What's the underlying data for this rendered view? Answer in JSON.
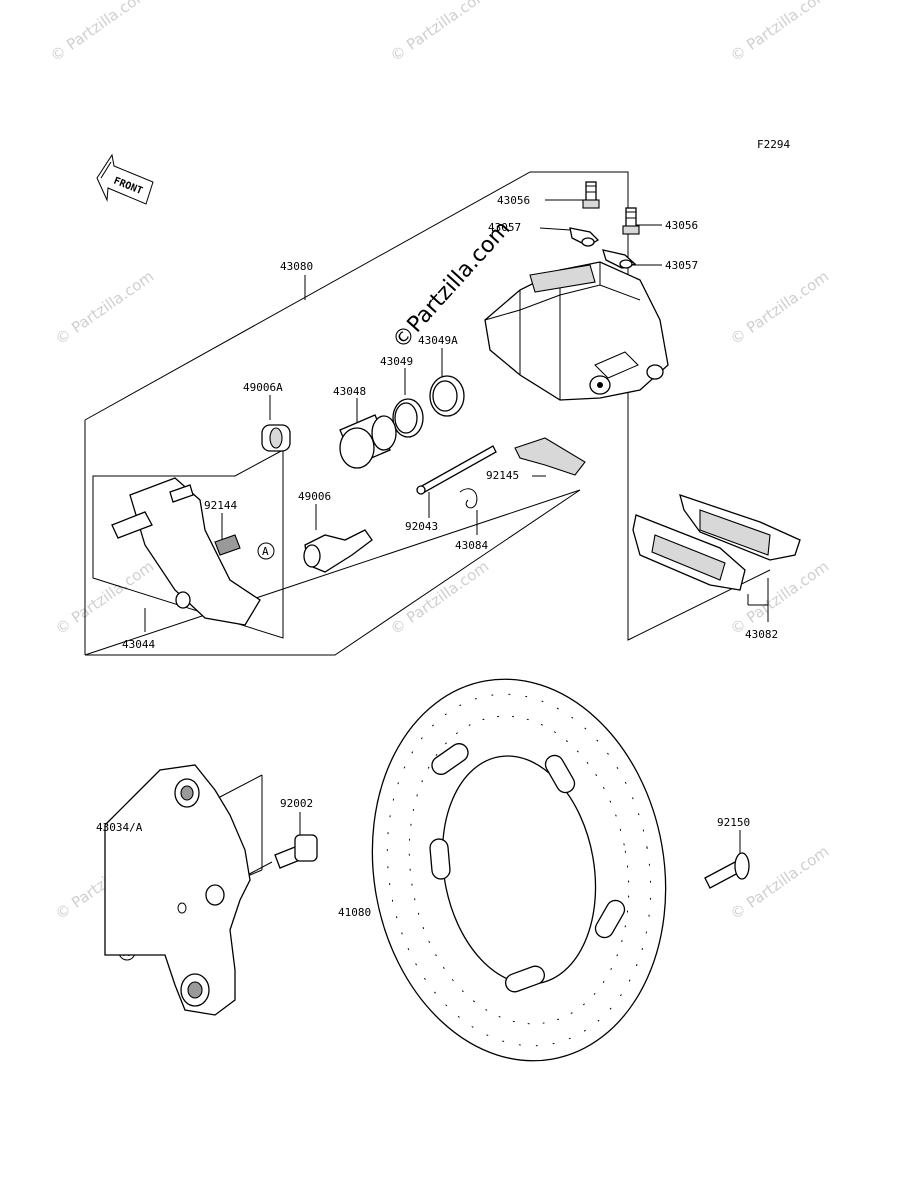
{
  "figure_code": "F2294",
  "front_label": "FRONT",
  "callout_a": "A",
  "watermark": "© Partzilla.com",
  "center_watermark": "©Partzilla.com",
  "parts": {
    "p43080": "43080",
    "p43056a": "43056",
    "p43056b": "43056",
    "p43057a": "43057",
    "p43057b": "43057",
    "p43049a": "43049A",
    "p43049": "43049",
    "p43048": "43048",
    "p49006a": "49006A",
    "p92144": "92144",
    "p49006": "49006",
    "p92145": "92145",
    "p92043": "92043",
    "p43084": "43084",
    "p43044": "43044",
    "p43082": "43082",
    "p43034a": "43034/A",
    "p92002": "92002",
    "p92150": "92150",
    "p41080": "41080"
  }
}
